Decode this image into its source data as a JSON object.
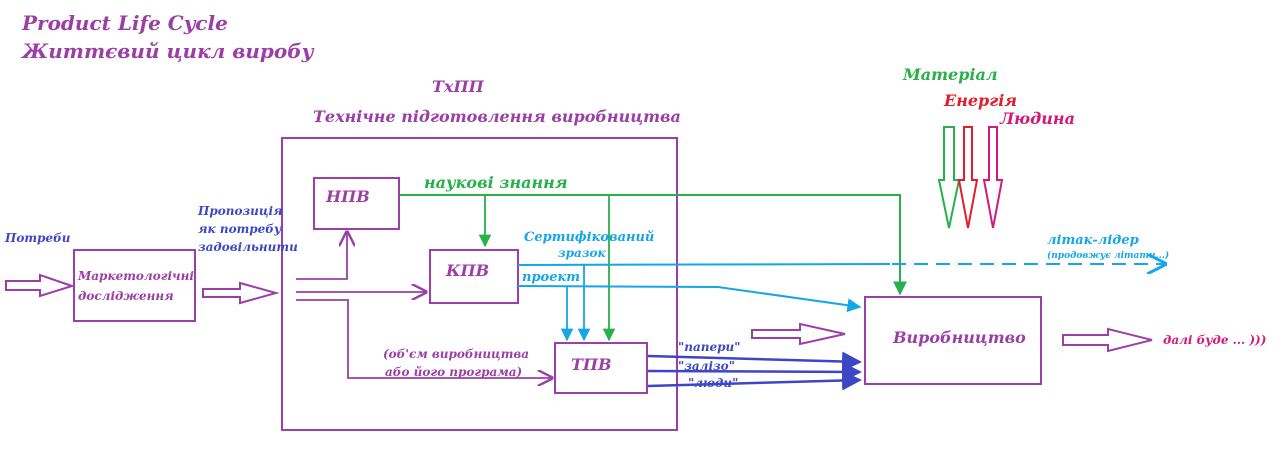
{
  "colors": {
    "purple": "#9b3fa6",
    "blue": "#3d46c4",
    "green": "#28b04a",
    "cyan": "#14a6e8",
    "red": "#e21c2b",
    "magenta": "#d3197a"
  },
  "title": {
    "line1": "Product Life Cycle",
    "line2": "Життєвий цикл виробу"
  },
  "txpp": {
    "abbr": "ТхПП",
    "full": "Технічне підготовлення виробництва"
  },
  "inputs": {
    "material": "Матеріал",
    "energy": "Енергія",
    "people": "Людина"
  },
  "labels": {
    "needs": "Потреби",
    "proposal": [
      "Пропозиція",
      "як потребу",
      "задовільнити"
    ],
    "scientific_knowledge": "наукові знання",
    "certified_sample": [
      "Сертифікований",
      "зразок"
    ],
    "project": "проект",
    "volume": [
      "(об'єм виробництва",
      "або його програма)"
    ],
    "papers": "\"папери\"",
    "hardware": "\"залізо\"",
    "people_q": "\"люди\"",
    "leader_plane": "літак-лідер",
    "keeps_flying": "(продовжує літати...)",
    "to_be_continued": "далі буде ... )))"
  },
  "boxes": {
    "marketing": [
      "Маркетологічні",
      "дослідження"
    ],
    "npv": "НПВ",
    "kpv": "КПВ",
    "tpv": "ТПВ",
    "production": "Виробництво"
  }
}
